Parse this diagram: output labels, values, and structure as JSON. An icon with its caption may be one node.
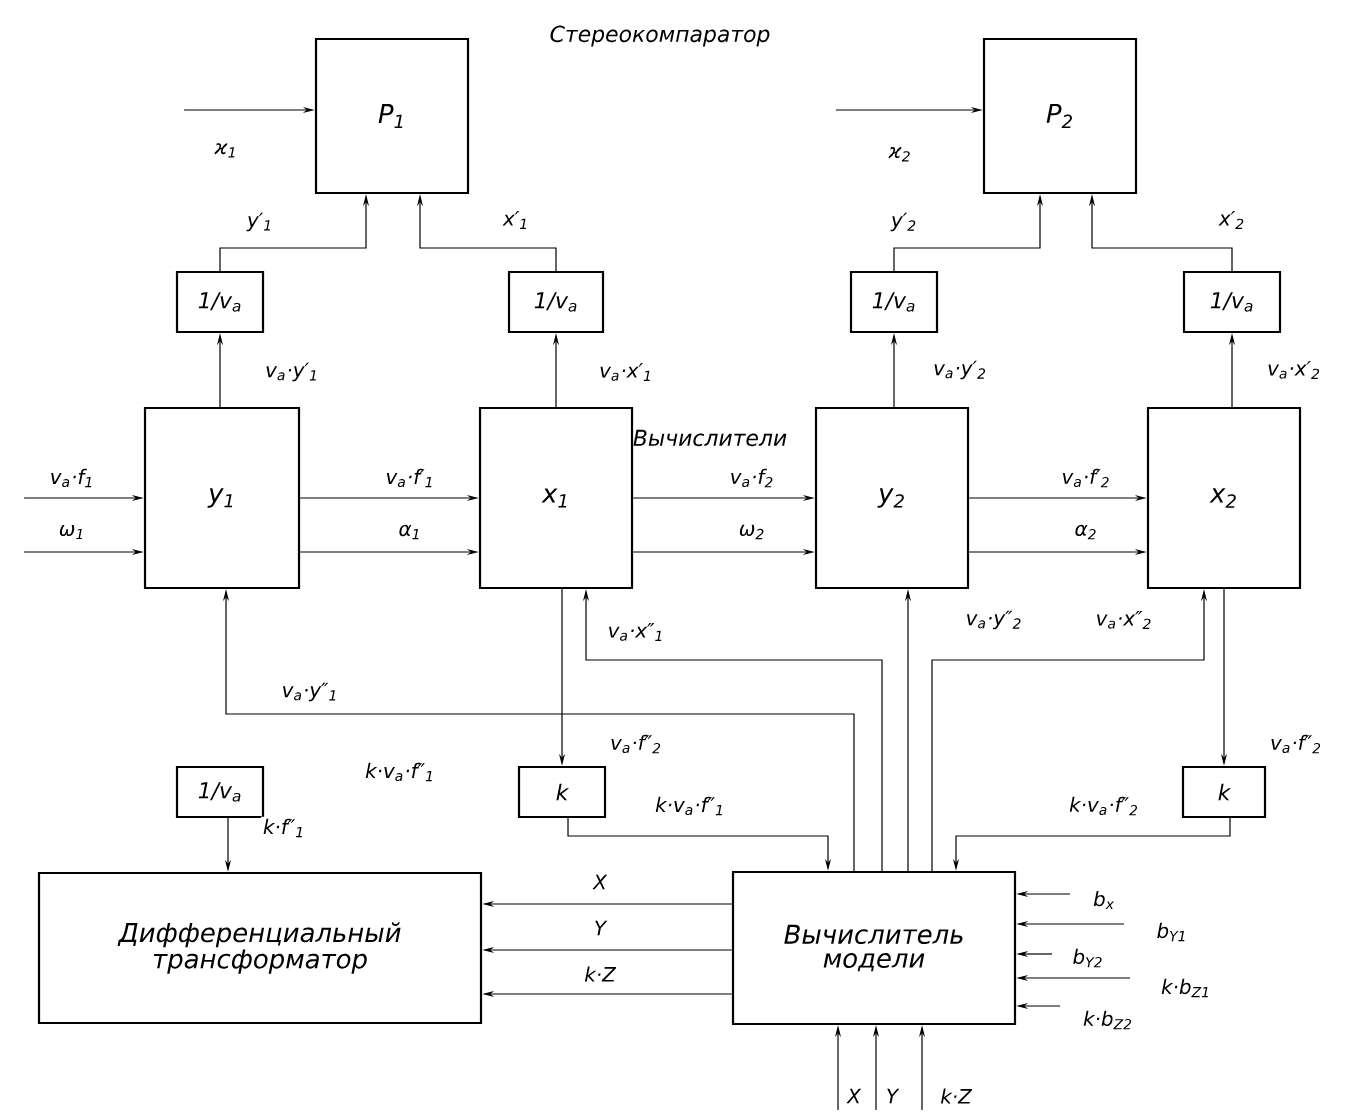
{
  "diagram": {
    "nodes": [
      {
        "text": [
          "P$_{1}$"
        ]
      },
      {
        "text": [
          "P$_{2}$"
        ]
      },
      {
        "text": [
          "1/v$_{a}$"
        ]
      },
      {
        "text": [
          "1/v$_{a}$"
        ]
      },
      {
        "text": [
          "1/v$_{a}$"
        ]
      },
      {
        "text": [
          "1/v$_{a}$"
        ]
      },
      {
        "text": [
          "y$_{1}$"
        ]
      },
      {
        "text": [
          "x$_{1}$"
        ]
      },
      {
        "text": [
          "y$_{2}$"
        ]
      },
      {
        "text": [
          "x$_{2}$"
        ]
      },
      {
        "text": [
          "1/v$_{a}$"
        ]
      },
      {
        "text": [
          "k"
        ]
      },
      {
        "text": [
          "k"
        ]
      },
      {
        "text": [
          "Дифференциальный трансформатор"
        ]
      },
      {
        "text": [
          "Вычислитель модели"
        ]
      }
    ],
    "edges": [
      {
        "from": null,
        "to": 0,
        "arrow": "to",
        "label": "ϰ$_{1}$"
      },
      {
        "from": 2,
        "to": 0,
        "arrow": "to",
        "label": "y′$_{1}$"
      },
      {
        "from": 3,
        "to": 0,
        "arrow": "to",
        "label": "x′$_{1}$"
      },
      {
        "from": null,
        "to": 1,
        "arrow": "to",
        "label": "ϰ$_{2}$"
      },
      {
        "from": 4,
        "to": 1,
        "arrow": "to",
        "label": "y′$_{2}$"
      },
      {
        "from": 5,
        "to": 1,
        "arrow": "to",
        "label": "x′$_{2}$"
      },
      {
        "from": 6,
        "to": 2,
        "arrow": "to",
        "label": "v$_{a}$·y′$_{1}$"
      },
      {
        "from": 7,
        "to": 3,
        "arrow": "to",
        "label": "v$_{a}$·x′$_{1}$"
      },
      {
        "from": 8,
        "to": 4,
        "arrow": "to",
        "label": "v$_{a}$·y′$_{2}$"
      },
      {
        "from": 9,
        "to": 5,
        "arrow": "to",
        "label": "v$_{a}$·x′$_{2}$"
      },
      {
        "from": null,
        "to": 6,
        "arrow": "to",
        "label": "v$_{a}$·f$_{1}$"
      },
      {
        "from": null,
        "to": 6,
        "arrow": "to",
        "label": "ω$_{1}$"
      },
      {
        "from": 6,
        "to": 7,
        "arrow": "to",
        "label": "v$_{a}$·f′$_{1}$"
      },
      {
        "from": 6,
        "to": 7,
        "arrow": "to",
        "label": "α$_{1}$"
      },
      {
        "from": 7,
        "to": 8,
        "arrow": "to",
        "label": "v$_{a}$·f$_{2}$"
      },
      {
        "from": 7,
        "to": 8,
        "arrow": "to",
        "label": "ω$_{2}$"
      },
      {
        "from": 8,
        "to": 9,
        "arrow": "to",
        "label": "v$_{a}$·f′$_{2}$"
      },
      {
        "from": 8,
        "to": 9,
        "arrow": "to",
        "label": "α$_{2}$"
      },
      {
        "from": 14,
        "to": 6,
        "arrow": "to",
        "label": "v$_{a}$·y″$_{1}$"
      },
      {
        "from": 14,
        "to": 7,
        "arrow": "to",
        "label": "v$_{a}$·x″$_{1}$"
      },
      {
        "from": 14,
        "to": 8,
        "arrow": "to",
        "label": "v$_{a}$·y″$_{2}$"
      },
      {
        "from": 14,
        "to": 9,
        "arrow": "to",
        "label": "v$_{a}$·x″$_{2}$"
      },
      {
        "from": 7,
        "to": 11,
        "arrow": "to",
        "label": "v$_{a}$·f″$_{2}$"
      },
      {
        "from": 11,
        "to": 14,
        "arrow": "to",
        "label": "k·v$_{a}$·f″$_{1}$"
      },
      {
        "from": 9,
        "to": 12,
        "arrow": "to",
        "label": "v$_{a}$·f″$_{2}$"
      },
      {
        "from": 12,
        "to": 14,
        "arrow": "to",
        "label": "k·v$_{a}$·f″$_{2}$"
      },
      {
        "from": 10,
        "to": 13,
        "arrow": "to",
        "label": "k·f″$_{1}$"
      },
      {
        "from": 14,
        "to": 13,
        "arrow": "to",
        "label": "X"
      },
      {
        "from": 14,
        "to": 13,
        "arrow": "to",
        "label": "Y"
      },
      {
        "from": 14,
        "to": 13,
        "arrow": "to",
        "label": "k·Z"
      },
      {
        "from": null,
        "to": 14,
        "arrow": "to",
        "label": "b$_{x}$"
      },
      {
        "from": null,
        "to": 14,
        "arrow": "to",
        "label": "b$_{Y1}$"
      },
      {
        "from": null,
        "to": 14,
        "arrow": "to",
        "label": "b$_{Y2}$"
      },
      {
        "from": null,
        "to": 14,
        "arrow": "to",
        "label": "k·b$_{Z1}$"
      },
      {
        "from": null,
        "to": 14,
        "arrow": "to",
        "label": "k·b$_{Z2}$"
      },
      {
        "from": null,
        "to": 14,
        "arrow": "to",
        "label": "X"
      },
      {
        "from": null,
        "to": 14,
        "arrow": "to",
        "label": "Y"
      },
      {
        "from": null,
        "to": 14,
        "arrow": "to",
        "label": "k·Z"
      }
    ],
    "labels": [
      "Стереокомпаратор",
      "Вычислители",
      "k·v$_{a}$·f″$_{1}$"
    ]
  }
}
